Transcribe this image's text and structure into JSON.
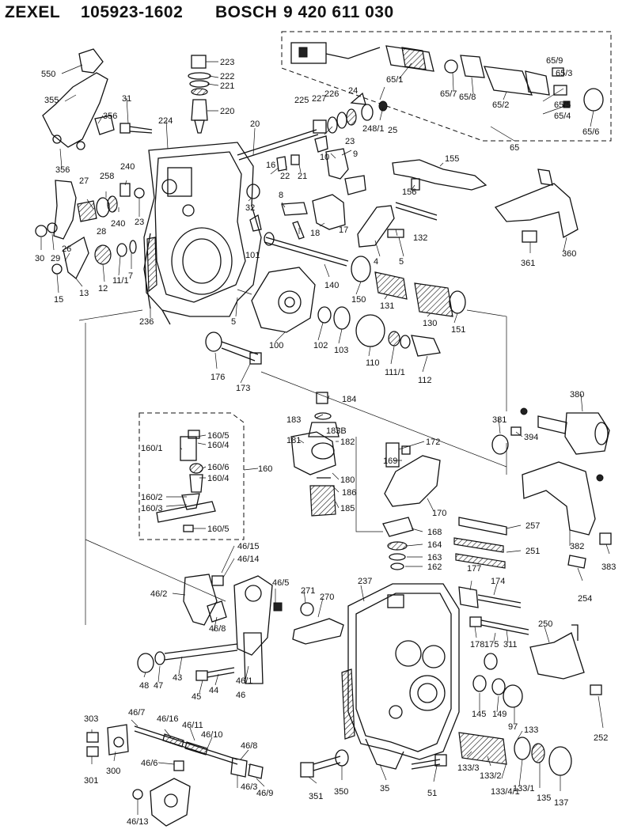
{
  "header": {
    "brand1": "ZEXEL",
    "number1": "105923-1602",
    "brand2": "BOSCH",
    "number2": "9 420 611 030"
  },
  "labels": [
    "550",
    "355",
    "356",
    "356",
    "31",
    "224",
    "223",
    "222",
    "221",
    "220",
    "20",
    "225",
    "227",
    "226",
    "24",
    "23",
    "248/1",
    "25",
    "65/1",
    "65/7",
    "65/8",
    "65/2",
    "65/9",
    "65/3",
    "65/5",
    "65/4",
    "65/6",
    "65",
    "27",
    "258",
    "240",
    "240",
    "23",
    "28",
    "30",
    "29",
    "26",
    "13",
    "15",
    "12",
    "11/1",
    "7",
    "16",
    "22",
    "21",
    "10",
    "9",
    "8",
    "18",
    "17",
    "32",
    "156",
    "155",
    "132",
    "4",
    "5",
    "101",
    "140",
    "150",
    "131",
    "130",
    "151",
    "361",
    "360",
    "236",
    "5",
    "100",
    "102",
    "103",
    "110",
    "111/1",
    "112",
    "176",
    "173",
    "184",
    "183",
    "183B",
    "181",
    "182",
    "180",
    "186",
    "185",
    "172",
    "169",
    "170",
    "168",
    "164",
    "163",
    "162",
    "380",
    "381",
    "394",
    "160/5",
    "160/4",
    "160/1",
    "160/6",
    "160/4",
    "160",
    "160/2",
    "160/3",
    "160/5",
    "257",
    "251",
    "382",
    "383",
    "254",
    "46/15",
    "46/14",
    "46/2",
    "46/5",
    "46/8",
    "271",
    "270",
    "237",
    "177",
    "174",
    "178",
    "175",
    "311",
    "250",
    "48",
    "47",
    "43",
    "45",
    "44",
    "46/1",
    "46",
    "145",
    "149",
    "97",
    "133",
    "252",
    "303",
    "46/7",
    "46/16",
    "46/11",
    "46/10",
    "301",
    "300",
    "46/6",
    "46/8",
    "46/3",
    "46/9",
    "46/13",
    "351",
    "350",
    "35",
    "51",
    "133/3",
    "133/2",
    "133/4/1",
    "133/1",
    "135",
    "137"
  ]
}
